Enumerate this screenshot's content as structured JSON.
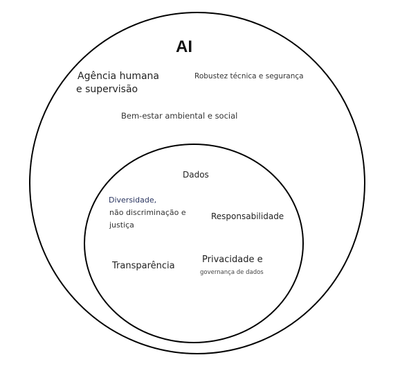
{
  "diagram": {
    "title": "AI",
    "outer_labels": {
      "agencia_line1": "Agência humana",
      "agencia_line2": "e supervisão",
      "robustez": "Robustez técnica e segurança",
      "bem_estar": "Bem-estar ambiental e social"
    },
    "inner_labels": {
      "dados": "Dados",
      "diversidade_line1": "Diversidade,",
      "diversidade_line2": "não discriminação e",
      "diversidade_line3": "justiça",
      "responsabilidade": "Responsabilidade",
      "transparencia": "Transparência",
      "privacidade_line1": "Privacidade e",
      "privacidade_line2": "governança de dados"
    },
    "colors": {
      "stroke": "#000000",
      "text": "#222222",
      "accent_text": "#2a3560"
    }
  }
}
